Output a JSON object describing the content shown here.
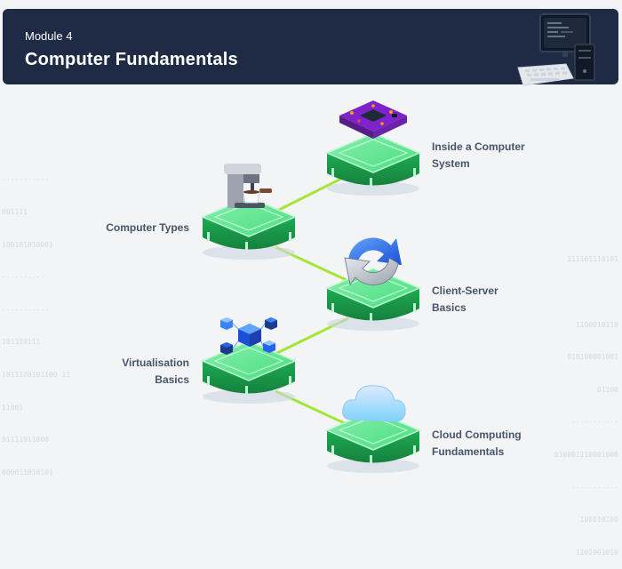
{
  "header": {
    "module_label": "Module 4",
    "title": "Computer Fundamentals"
  },
  "background_binary": {
    "left": [
      "-----------",
      "001111",
      "100101010001",
      "----------",
      "-----------",
      "101110111",
      "1011100101100 11",
      "11001",
      "01111011000",
      "000011010101"
    ],
    "right": [
      "111101110101",
      "",
      "1100010110",
      "010100001001",
      "01100",
      "-----------",
      "010001110001000",
      "-----------",
      "100010100",
      "1101001010"
    ]
  },
  "topics": [
    {
      "label": "Computer Types",
      "icon": "coffee-machine-icon"
    },
    {
      "label": "Inside a Computer System",
      "line1": "Inside a Computer",
      "line2": "System",
      "icon": "circuit-board-icon"
    },
    {
      "label": "Client-Server Basics",
      "line1": "Client-Server",
      "line2": "Basics",
      "icon": "sync-arrows-icon"
    },
    {
      "label": "Virtualisation Basics",
      "line1": "Virtualisation",
      "line2": "Basics",
      "icon": "virtual-cubes-icon"
    },
    {
      "label": "Cloud Computing Fundamentals",
      "line1": "Cloud Computing",
      "line2": "Fundamentals",
      "icon": "cloud-icon"
    }
  ],
  "colors": {
    "header_bg": "#1f2a44",
    "connector": "#a3e635",
    "platform_top": "#4ade80",
    "platform_side": "#16a34a",
    "label_text": "#475569"
  }
}
